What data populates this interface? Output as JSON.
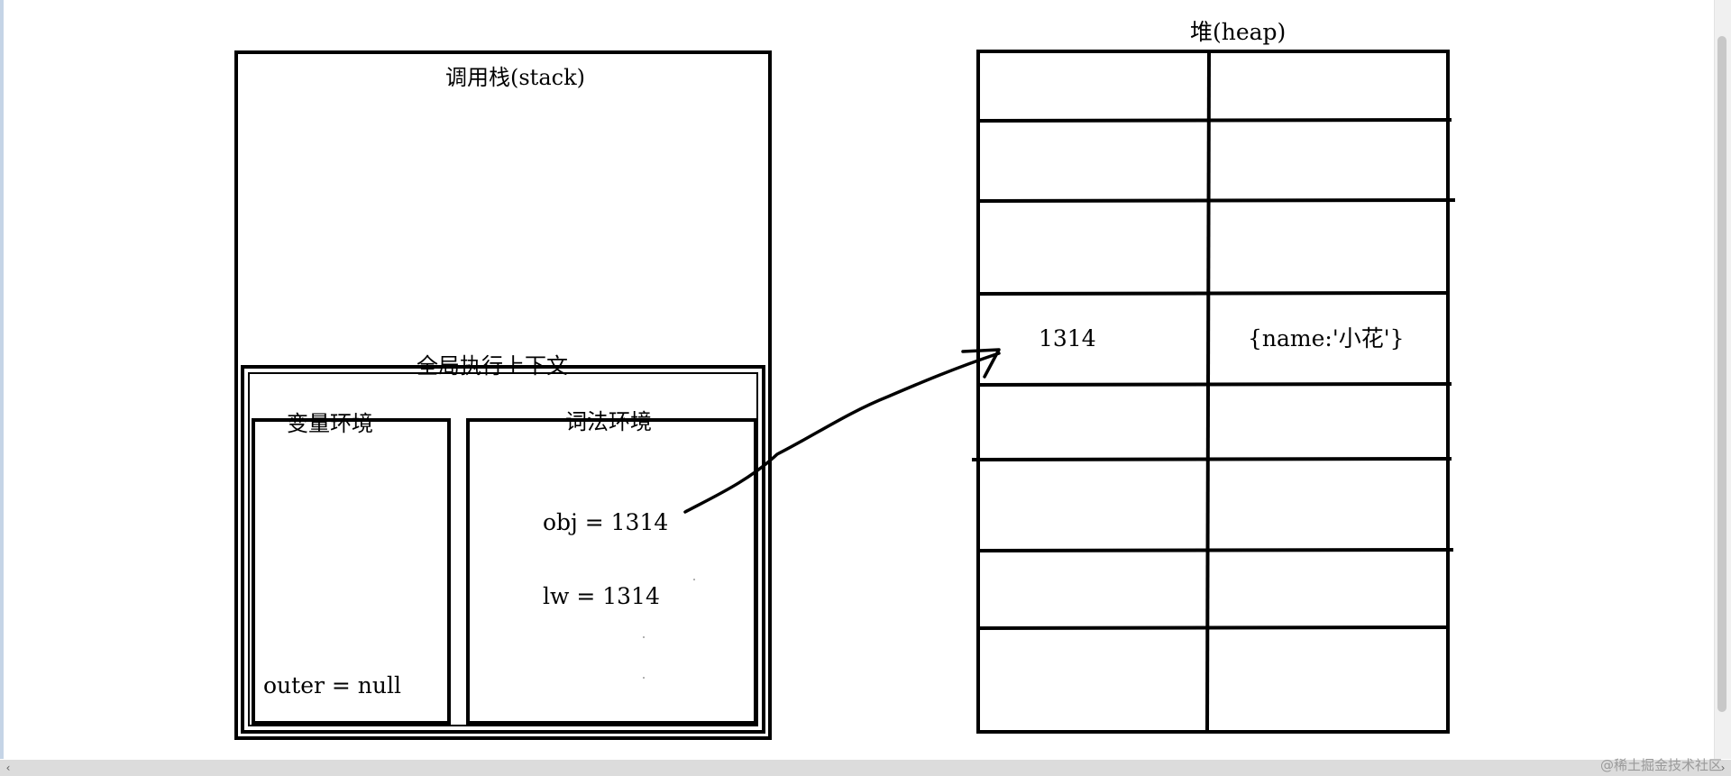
{
  "stack": {
    "title": "调用栈(stack)",
    "global_context": {
      "title": "全局执行上下文",
      "variable_env": {
        "title": "变量环境",
        "entries": [
          "outer = null"
        ]
      },
      "lexical_env": {
        "title": "词法环境",
        "entries": [
          "obj = 1314",
          "lw = 1314"
        ]
      }
    }
  },
  "heap": {
    "title": "堆(heap)",
    "address": "1314",
    "value": "{name:'小花'}"
  },
  "watermark": "@稀土掘金技术社区",
  "scrollbar": {
    "left_arrow": "‹",
    "right_arrow": "›"
  }
}
